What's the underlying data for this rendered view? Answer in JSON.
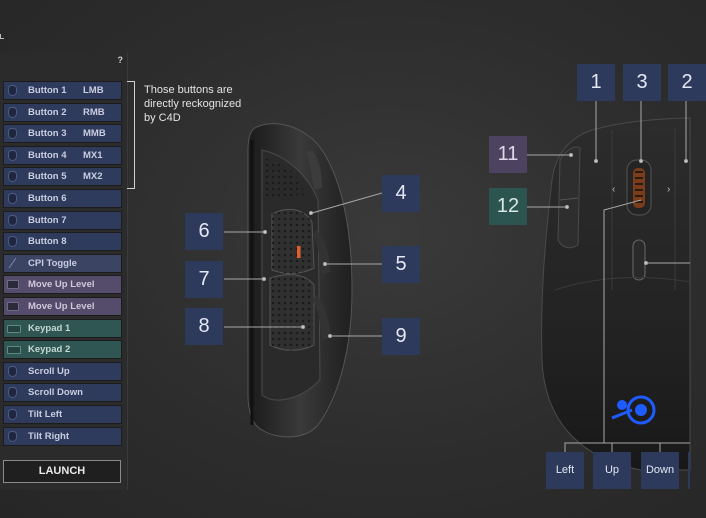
{
  "panel": {
    "help": "?",
    "items": [
      {
        "label": "Button 1",
        "code": "LMB",
        "style": "blue",
        "icon": "mouse-icon"
      },
      {
        "label": "Button 2",
        "code": "RMB",
        "style": "blue",
        "icon": "mouse-icon"
      },
      {
        "label": "Button 3",
        "code": "MMB",
        "style": "blue",
        "icon": "mouse-icon"
      },
      {
        "label": "Button 4",
        "code": "MX1",
        "style": "blue",
        "icon": "mouse-icon"
      },
      {
        "label": "Button 5",
        "code": "MX2",
        "style": "blue",
        "icon": "mouse-icon"
      },
      {
        "label": "Button 6",
        "code": "",
        "style": "blue",
        "icon": "mouse-icon"
      },
      {
        "label": "Button 7",
        "code": "",
        "style": "blue",
        "icon": "mouse-icon"
      },
      {
        "label": "Button 8",
        "code": "",
        "style": "blue",
        "icon": "mouse-icon"
      },
      {
        "label": "CPI Toggle",
        "code": "",
        "style": "slate",
        "icon": "slash-icon"
      },
      {
        "label": "Move Up Level",
        "code": "",
        "style": "purple",
        "icon": "monitor-icon"
      },
      {
        "label": "Move Up Level",
        "code": "",
        "style": "purple",
        "icon": "monitor-icon"
      },
      {
        "label": "Keypad 1",
        "code": "",
        "style": "teal",
        "icon": "keyboard-icon"
      },
      {
        "label": "Keypad 2",
        "code": "",
        "style": "teal",
        "icon": "keyboard-icon"
      },
      {
        "label": "Scroll Up",
        "code": "",
        "style": "blue",
        "icon": "mouse-icon"
      },
      {
        "label": "Scroll Down",
        "code": "",
        "style": "blue",
        "icon": "mouse-icon"
      },
      {
        "label": "Tilt Left",
        "code": "",
        "style": "blue",
        "icon": "mouse-icon"
      },
      {
        "label": "Tilt Right",
        "code": "",
        "style": "blue",
        "icon": "mouse-icon"
      }
    ],
    "launch_label": "LAUNCH"
  },
  "note": "Those buttons are directly reckognized by C4D",
  "side_tags": {
    "t6": "6",
    "t7": "7",
    "t8": "8",
    "t4": "4",
    "t5": "5",
    "t9": "9"
  },
  "top_tags": {
    "t1": "1",
    "t3": "3",
    "t2": "2",
    "t11": "11",
    "t12": "12"
  },
  "directions": {
    "left": "Left",
    "up": "Up",
    "down": "Down"
  },
  "colors": {
    "tag_blue": "#2e3a5c",
    "tag_plum": "#4d4360",
    "tag_teal": "#2c5551",
    "logo_blue": "#1f5cff",
    "accent_orange": "#e0602a"
  }
}
